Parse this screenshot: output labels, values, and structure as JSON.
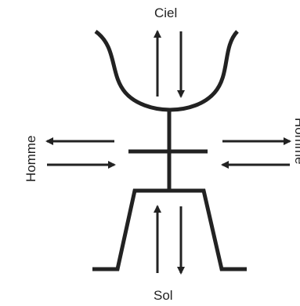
{
  "labels": {
    "top": "Ciel",
    "bottom": "Sol",
    "left": "Homme",
    "right": "Homme"
  },
  "colors": {
    "stroke": "#222222",
    "background": "#ffffff"
  }
}
